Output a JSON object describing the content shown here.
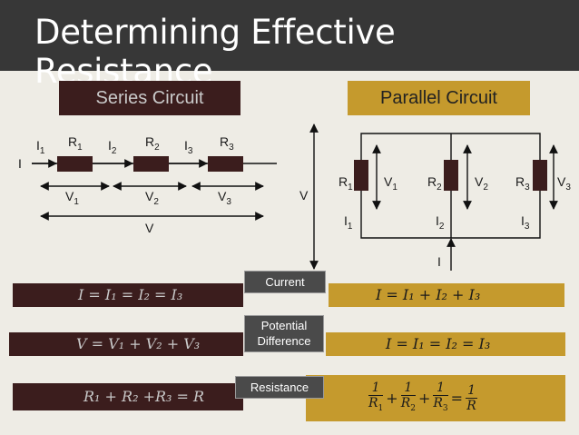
{
  "title": "Determining Effective Resistance",
  "series": {
    "header": "Series Circuit",
    "I": "I",
    "I1": "I",
    "I1_sub": "1",
    "I2": "I",
    "I2_sub": "2",
    "I3": "I",
    "I3_sub": "3",
    "R1": "R",
    "R1_sub": "1",
    "R2": "R",
    "R2_sub": "2",
    "R3": "R",
    "R3_sub": "3",
    "V1": "V",
    "V1_sub": "1",
    "V2": "V",
    "V2_sub": "2",
    "V3": "V",
    "V3_sub": "3",
    "V": "V"
  },
  "parallel": {
    "header": "Parallel Circuit",
    "R1": "R",
    "R1_sub": "1",
    "R2": "R",
    "R2_sub": "2",
    "R3": "R",
    "R3_sub": "3",
    "V1": "V",
    "V1_sub": "1",
    "V2": "V",
    "V2_sub": "2",
    "V3": "V",
    "V3_sub": "3",
    "I1": "I",
    "I1_sub": "1",
    "I2": "I",
    "I2_sub": "2",
    "I3": "I",
    "I3_sub": "3",
    "I": "I"
  },
  "middle_V": "V",
  "rows": {
    "current": {
      "label": "Current",
      "series_eq": "I = I₁ = I₂ = I₃",
      "parallel_eq": "I =  I₁ +  I₂ + I₃"
    },
    "potential": {
      "label_line1": "Potential",
      "label_line2": "Difference",
      "series_eq": "V = V₁ + V₂ + V₃",
      "parallel_eq": "I = I₁ = I₂ = I₃"
    },
    "resistance": {
      "label": "Resistance",
      "series_eq": "R₁ + R₂ +R₃ = R",
      "one": "1",
      "den1": "R",
      "den1_sub": "1",
      "den2": "R",
      "den2_sub": "2",
      "den3": "R",
      "den3_sub": "3",
      "denR": "R",
      "plus": "+",
      "equals": "="
    }
  },
  "colors": {
    "title_bg": "#373737",
    "series_accent": "#3b1d1d",
    "parallel_accent": "#c59a2d",
    "background": "#eeece5"
  }
}
